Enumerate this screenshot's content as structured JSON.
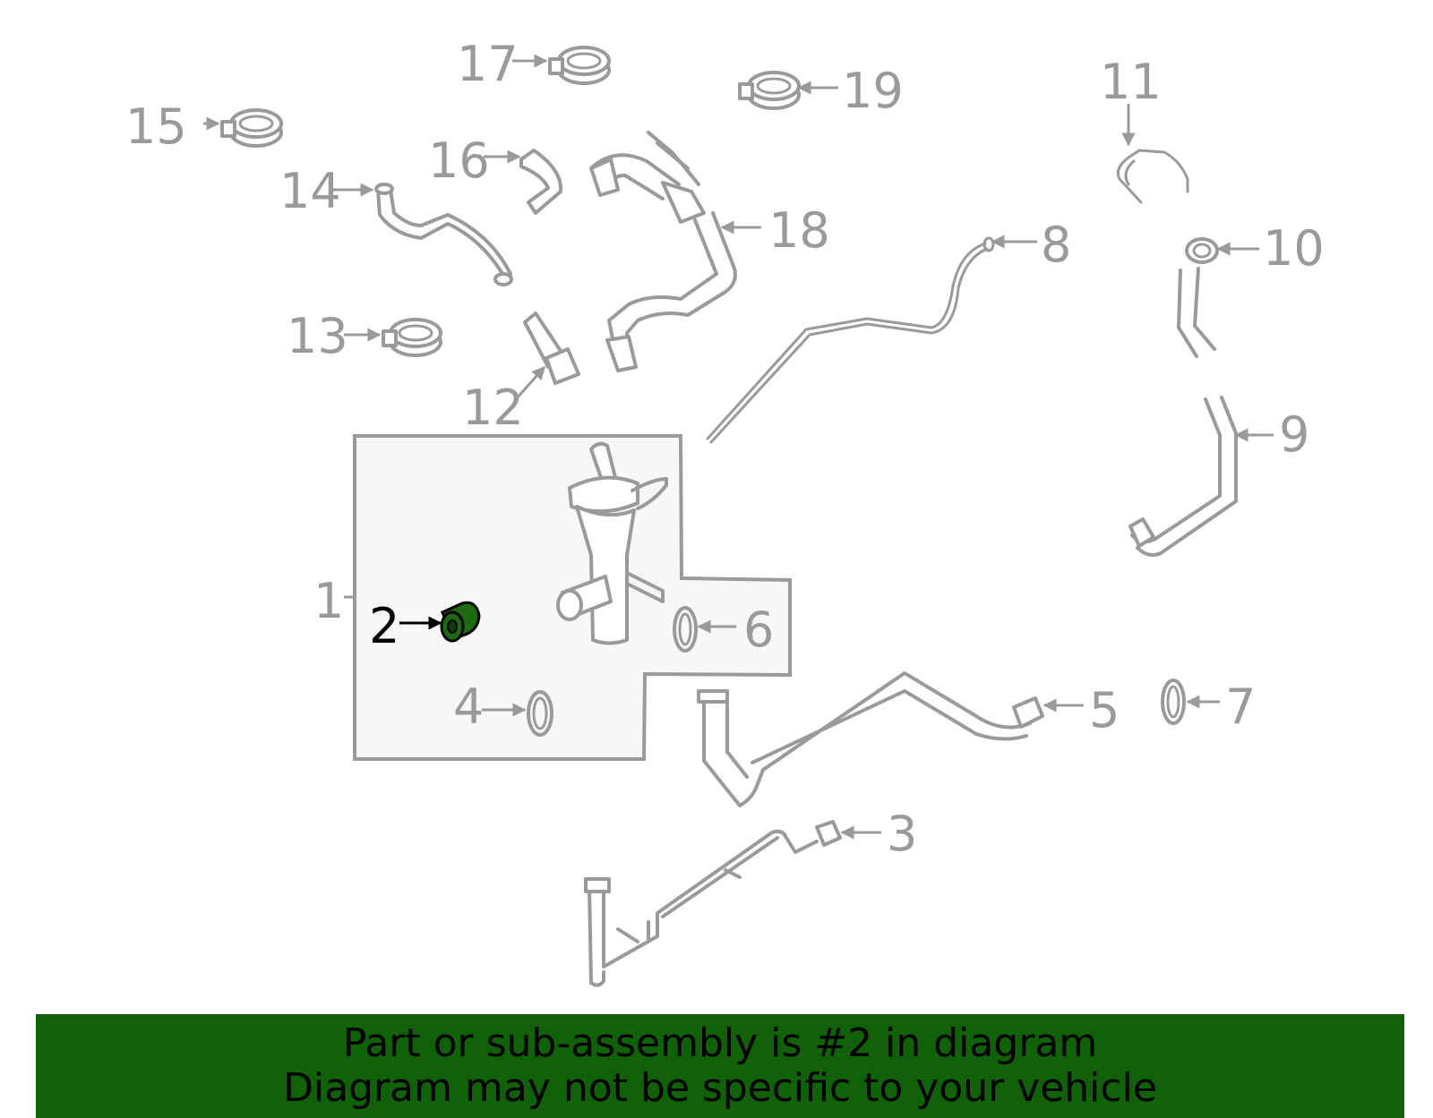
{
  "labels": {
    "p1": "1",
    "p2": "2",
    "p3": "3",
    "p4": "4",
    "p5": "5",
    "p6": "6",
    "p7": "7",
    "p8": "8",
    "p9": "9",
    "p10": "10",
    "p11": "11",
    "p12": "12",
    "p13": "13",
    "p14": "14",
    "p15": "15",
    "p16": "16",
    "p17": "17",
    "p18": "18",
    "p19": "19"
  },
  "highlighted_part": "2",
  "colors": {
    "part_stroke": "#9a9a9a",
    "highlight_fill": "#1f6b12",
    "banner_bg": "#116109",
    "label_gray": "#9a9a9a"
  },
  "banner": {
    "line1": "Part or sub-assembly is #2 in diagram",
    "line2": "Diagram may not be specific to your vehicle"
  }
}
